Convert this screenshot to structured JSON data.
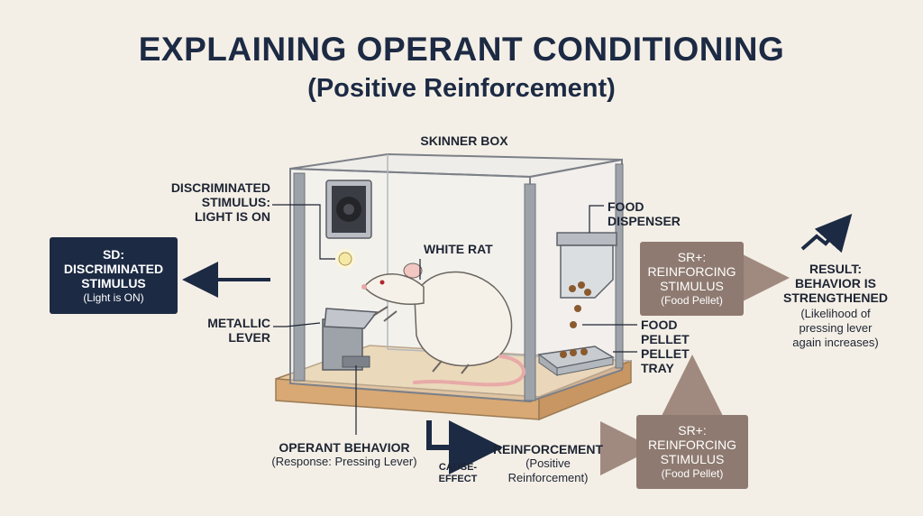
{
  "header": {
    "title": "EXPLAINING OPERANT CONDITIONING",
    "subtitle": "(Positive Reinforcement)"
  },
  "labels": {
    "skinner_box": "SKINNER BOX",
    "discriminated_stimulus_line1": "DISCRIMINATED",
    "discriminated_stimulus_line2": "STIMULUS:",
    "discriminated_stimulus_line3": "LIGHT IS ON",
    "white_rat": "WHITE RAT",
    "metallic_lever_line1": "METALLIC",
    "metallic_lever_line2": "LEVER",
    "food_dispenser_line1": "FOOD",
    "food_dispenser_line2": "DISPENSER",
    "food_pellet_line1": "FOOD",
    "food_pellet_line2": "PELLET",
    "pellet_tray_line1": "PELLET",
    "pellet_tray_line2": "TRAY",
    "operant_behavior": "OPERANT BEHAVIOR",
    "operant_behavior_sub": "(Response: Pressing Lever)",
    "cause_effect_line1": "CAUSE-",
    "cause_effect_line2": "EFFECT",
    "reinforcement": "REINFORCEMENT",
    "reinforcement_sub1": "(Positive",
    "reinforcement_sub2": "Reinforcement)",
    "result_line1": "RESULT:",
    "result_line2": "BEHAVIOR IS",
    "result_line3": "STRENGTHENED",
    "result_sub1": "(Likelihood of",
    "result_sub2": "pressing lever",
    "result_sub3": "again increases)"
  },
  "boxes": {
    "sd": {
      "line1": "SD:",
      "line2": "DISCRIMINATED",
      "line3": "STIMULUS",
      "sub": "(Light is ON)"
    },
    "sr_top": {
      "line1": "SR+:",
      "line2": "REINFORCING",
      "line3": "STIMULUS",
      "sub": "(Food Pellet)"
    },
    "sr_bottom": {
      "line1": "SR+:",
      "line2": "REINFORCING",
      "line3": "STIMULUS",
      "sub": "(Food Pellet)"
    }
  },
  "colors": {
    "navy": "#1c2a44",
    "brown": "#8e7a70",
    "background": "#f4efe6",
    "wood": "#e6c9a0"
  }
}
